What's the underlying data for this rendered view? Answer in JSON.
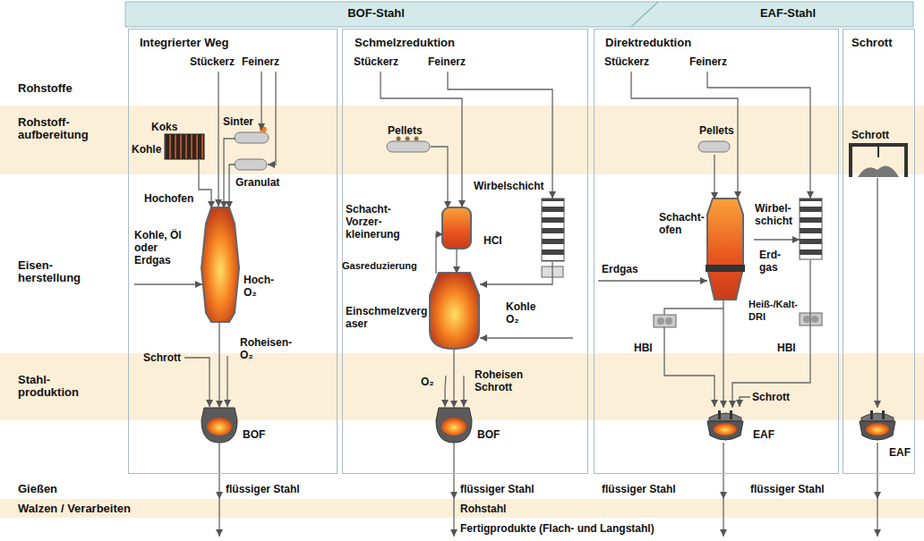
{
  "diagram": {
    "nodes": [
      {
        "text": [
          "BOF-Stahl"
        ]
      },
      {
        "text": [
          "EAF-Stahl"
        ]
      },
      {
        "text": [
          "Integrierter Weg"
        ]
      },
      {
        "text": [
          "Schmelzreduktion"
        ]
      },
      {
        "text": [
          "Direktreduktion"
        ]
      },
      {
        "text": [
          "Schrott"
        ]
      },
      {
        "text": [
          "Koks"
        ],
        "in": 2
      },
      {
        "text": [
          "Sinter"
        ],
        "in": 2
      },
      {
        "text": [
          "Granulat"
        ],
        "in": 2
      },
      {
        "text": [
          "Hochofen"
        ],
        "in": 2
      },
      {
        "text": [
          "BOF"
        ],
        "in": 2
      },
      {
        "text": [
          "Pellets"
        ],
        "in": 3
      },
      {
        "text": [
          "Schacht- Vorzer- kleinerung"
        ],
        "in": 3
      },
      {
        "text": [
          "Wirbelschicht"
        ],
        "in": 3
      },
      {
        "text": [
          "Einschmelzvergaser"
        ],
        "in": 3
      },
      {
        "text": [
          "BOF"
        ],
        "in": 3
      },
      {
        "text": [
          "Pellets"
        ],
        "in": 4
      },
      {
        "text": [
          "Schacht- ofen"
        ],
        "in": 4
      },
      {
        "text": [
          "Wirbel- schicht"
        ],
        "in": 4
      },
      {
        "text": [
          "EAF"
        ],
        "in": 4
      },
      {
        "text": [
          "Schrott"
        ],
        "in": 5
      },
      {
        "text": [
          "EAF"
        ],
        "in": 5
      }
    ],
    "edges": [
      {
        "from": 6,
        "to": 9,
        "arrow": "to"
      },
      {
        "from": 7,
        "to": 9,
        "arrow": "to"
      },
      {
        "from": 8,
        "to": 9,
        "arrow": "to"
      },
      {
        "from": 9,
        "to": 10,
        "arrow": "to"
      },
      {
        "from": 11,
        "to": 12,
        "arrow": "to"
      },
      {
        "from": 12,
        "to": 14,
        "arrow": "to"
      },
      {
        "from": 14,
        "to": 12,
        "label": "Gasreduzierung",
        "arrow": "to"
      },
      {
        "from": 13,
        "to": 14,
        "arrow": "to"
      },
      {
        "from": 14,
        "to": 15,
        "arrow": "to"
      },
      {
        "from": 16,
        "to": 17,
        "arrow": "to"
      },
      {
        "from": 17,
        "to": 19,
        "arrow": "to"
      },
      {
        "from": 18,
        "to": 19,
        "arrow": "to"
      },
      {
        "from": 20,
        "to": 21,
        "arrow": "to"
      }
    ],
    "labels": [
      "Rohstoffe",
      "Rohstoff- aufbereitung",
      "Eisen- herstellung",
      "Stahl- produktion",
      "Gießen",
      "Walzen / Verarbeiten",
      "Stückerz",
      "Feinerz",
      "Kohle",
      "Kohle, Öl oder Erdgas",
      "Hoch- O₂",
      "Schrott",
      "Roheisen- O₂",
      "flüssiger Stahl",
      "Stückerz",
      "Feinerz",
      "HCI",
      "Kohle O₂",
      "O₂",
      "Roheisen Schrott",
      "flüssiger Stahl",
      "Rohstahl",
      "Fertigprodukte (Flach- und Langstahl)",
      "Stückerz",
      "Feinerz",
      "Erdgas",
      "Erd- gas",
      "Heiß-/Kalt- DRI",
      "HBI",
      "HBI",
      "Schrott",
      "flüssiger Stahl",
      "flüssiger Stahl"
    ]
  }
}
